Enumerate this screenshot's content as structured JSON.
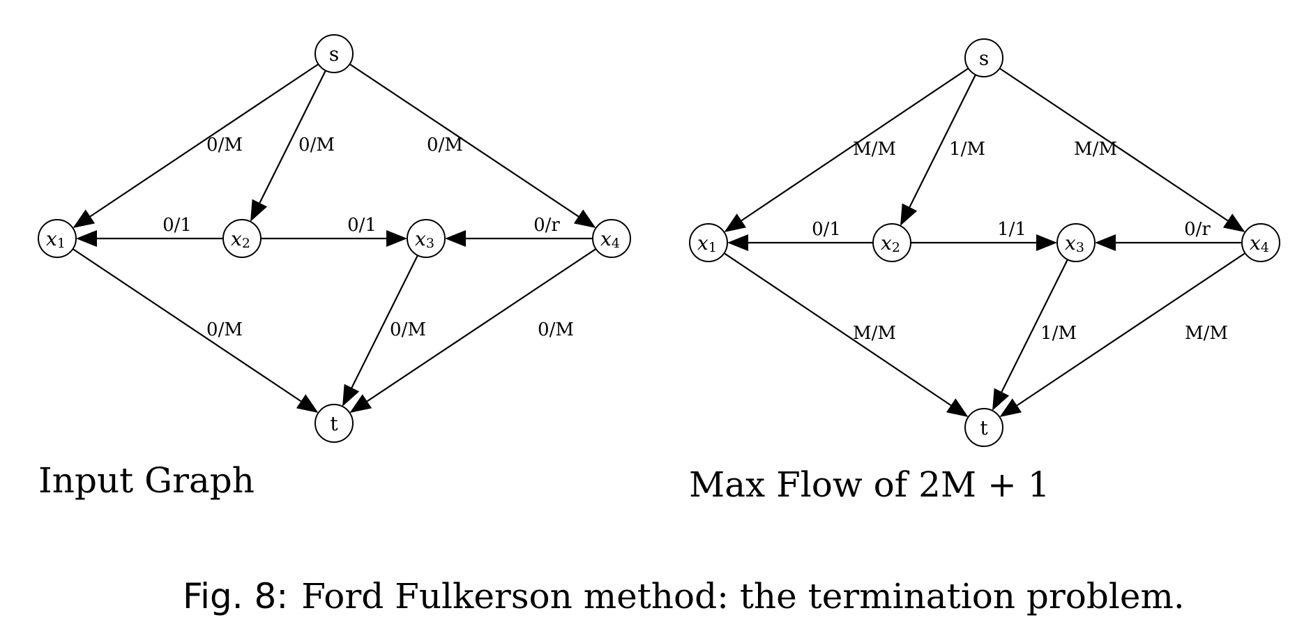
{
  "figure": {
    "panels": [
      {
        "title": "Input Graph",
        "nodes": [
          {
            "id": "s",
            "label": "s",
            "sub": ""
          },
          {
            "id": "x1",
            "label": "x",
            "sub": "1"
          },
          {
            "id": "x2",
            "label": "x",
            "sub": "2"
          },
          {
            "id": "x3",
            "label": "x",
            "sub": "3"
          },
          {
            "id": "x4",
            "label": "x",
            "sub": "4"
          },
          {
            "id": "t",
            "label": "t",
            "sub": ""
          }
        ],
        "edges": [
          {
            "from": "s",
            "to": "x1",
            "label": "0/M"
          },
          {
            "from": "s",
            "to": "x2",
            "label": "0/M"
          },
          {
            "from": "s",
            "to": "x4",
            "label": "0/M"
          },
          {
            "from": "x2",
            "to": "x1",
            "label": "0/1"
          },
          {
            "from": "x2",
            "to": "x3",
            "label": "0/1"
          },
          {
            "from": "x4",
            "to": "x3",
            "label": "0/r"
          },
          {
            "from": "x1",
            "to": "t",
            "label": "0/M"
          },
          {
            "from": "x3",
            "to": "t",
            "label": "0/M"
          },
          {
            "from": "x4",
            "to": "t",
            "label": "0/M"
          }
        ]
      },
      {
        "title": "Max Flow of 2M + 1",
        "nodes": [
          {
            "id": "s",
            "label": "s",
            "sub": ""
          },
          {
            "id": "x1",
            "label": "x",
            "sub": "1"
          },
          {
            "id": "x2",
            "label": "x",
            "sub": "2"
          },
          {
            "id": "x3",
            "label": "x",
            "sub": "3"
          },
          {
            "id": "x4",
            "label": "x",
            "sub": "4"
          },
          {
            "id": "t",
            "label": "t",
            "sub": ""
          }
        ],
        "edges": [
          {
            "from": "s",
            "to": "x1",
            "label": "M/M"
          },
          {
            "from": "s",
            "to": "x2",
            "label": "1/M"
          },
          {
            "from": "s",
            "to": "x4",
            "label": "M/M"
          },
          {
            "from": "x2",
            "to": "x1",
            "label": "0/1"
          },
          {
            "from": "x2",
            "to": "x3",
            "label": "1/1"
          },
          {
            "from": "x4",
            "to": "x3",
            "label": "0/r"
          },
          {
            "from": "x1",
            "to": "t",
            "label": "M/M"
          },
          {
            "from": "x3",
            "to": "t",
            "label": "1/M"
          },
          {
            "from": "x4",
            "to": "t",
            "label": "M/M"
          }
        ]
      }
    ],
    "caption": {
      "prefix": "Fig. 8:",
      "text": "Ford Fulkerson method: the termination problem."
    }
  }
}
